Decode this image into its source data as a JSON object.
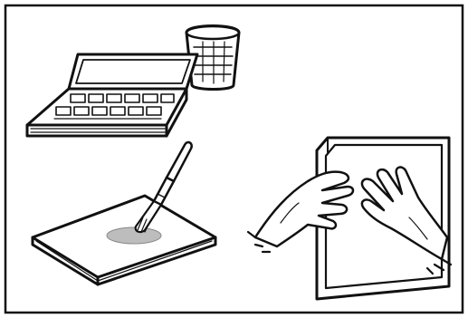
{
  "illustration": {
    "panels": [
      {
        "subject": "paint-box-and-water-jar"
      },
      {
        "subject": "brush-on-board"
      },
      {
        "subject": "hands-on-frame"
      }
    ],
    "colors": {
      "ink": "#111111",
      "paper": "#ffffff",
      "wash": "#bdbdbd"
    }
  }
}
